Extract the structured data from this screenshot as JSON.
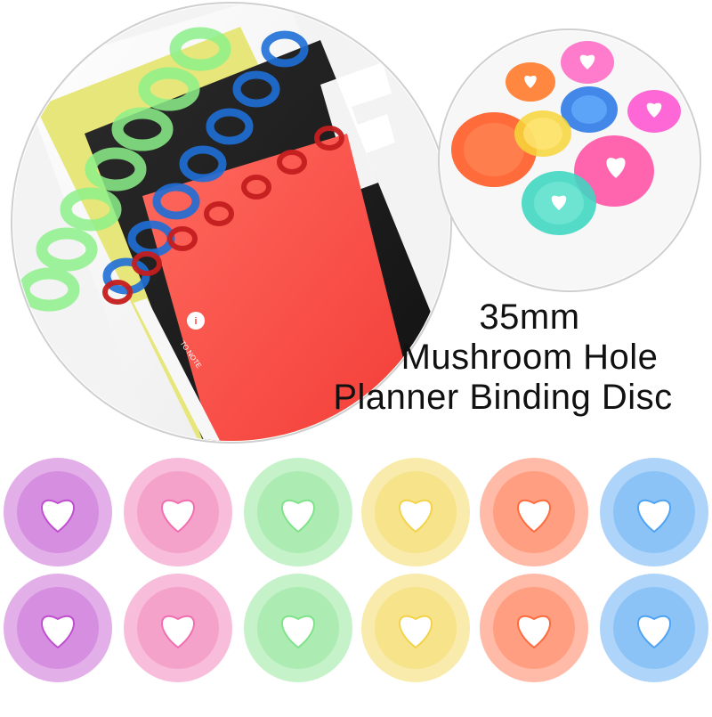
{
  "title": {
    "size_line": "35mm",
    "type_line": "Mushroom Hole",
    "product_line": "Planner Binding Disc"
  },
  "notebook_brand": "TO NOTE",
  "colors": {
    "purple": "#c04fd0",
    "pink": "#f06fb0",
    "green": "#7fe38a",
    "yellow": "#f2d34a",
    "orange": "#ff6b3d",
    "blue": "#4ea3f2",
    "notebook_red": "#ff4a45"
  },
  "disc_swatches": [
    {
      "row": 1,
      "color": "purple"
    },
    {
      "row": 1,
      "color": "pink"
    },
    {
      "row": 1,
      "color": "green"
    },
    {
      "row": 1,
      "color": "yellow"
    },
    {
      "row": 1,
      "color": "orange"
    },
    {
      "row": 1,
      "color": "blue"
    },
    {
      "row": 2,
      "color": "purple"
    },
    {
      "row": 2,
      "color": "pink"
    },
    {
      "row": 2,
      "color": "green"
    },
    {
      "row": 2,
      "color": "yellow"
    },
    {
      "row": 2,
      "color": "orange"
    },
    {
      "row": 2,
      "color": "blue"
    }
  ]
}
